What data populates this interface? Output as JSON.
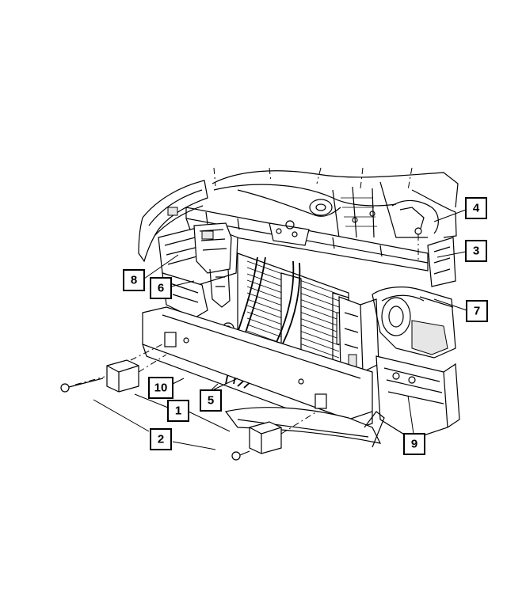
{
  "callouts": [
    {
      "id": "c1",
      "label": "1"
    },
    {
      "id": "c2",
      "label": "2"
    },
    {
      "id": "c3",
      "label": "3"
    },
    {
      "id": "c4",
      "label": "4"
    },
    {
      "id": "c5",
      "label": "5"
    },
    {
      "id": "c6",
      "label": "6"
    },
    {
      "id": "c7",
      "label": "7"
    },
    {
      "id": "c8",
      "label": "8"
    },
    {
      "id": "c9",
      "label": "9"
    },
    {
      "id": "c10",
      "label": "10"
    }
  ],
  "colors": {
    "line": "#000000",
    "background": "#ffffff",
    "shade": "#e6e6e6"
  }
}
